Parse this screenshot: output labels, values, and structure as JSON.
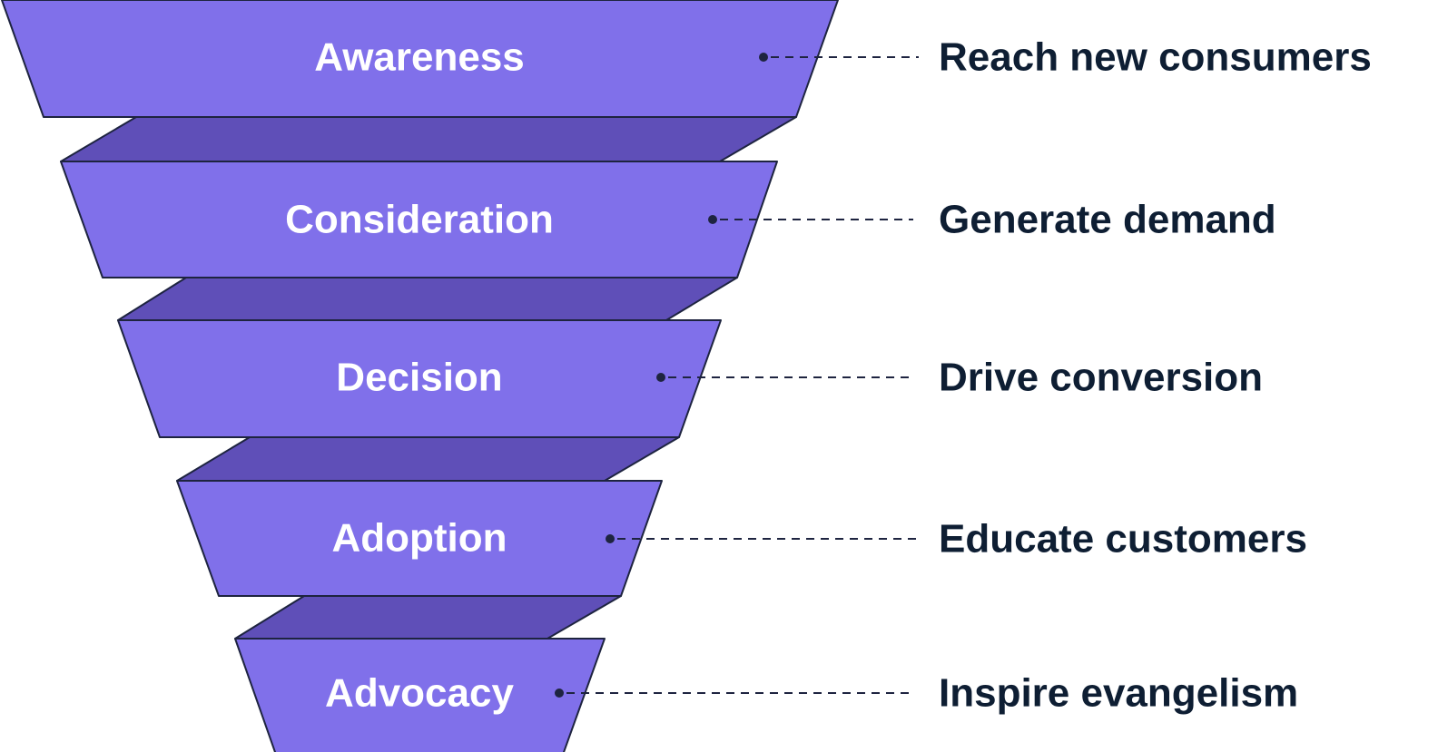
{
  "colors": {
    "band_face": "#8070EA",
    "band_side": "#5F4FB8",
    "outline": "#1E2440",
    "stage_text": "#FFFFFF",
    "goal_text": "#0E1E33",
    "connector": "#1E2440"
  },
  "stages": [
    {
      "name": "Awareness",
      "goal": "Reach new consumers"
    },
    {
      "name": "Consideration",
      "goal": "Generate demand"
    },
    {
      "name": "Decision",
      "goal": "Drive conversion"
    },
    {
      "name": "Adoption",
      "goal": "Educate customers"
    },
    {
      "name": "Advocacy",
      "goal": "Inspire evangelism"
    }
  ]
}
